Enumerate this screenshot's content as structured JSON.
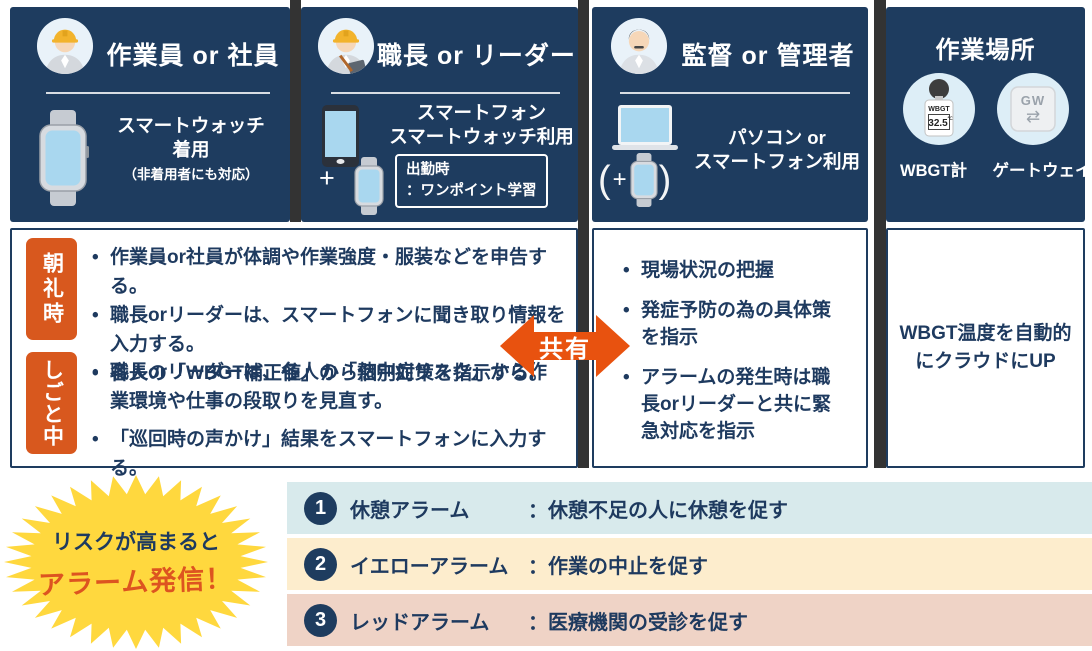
{
  "colors": {
    "navy": "#1e3c5f",
    "text_navy": "#1e3a5f",
    "orange_tag": "#d8581e",
    "orange_arrow": "#e8520f",
    "burst_yellow": "#ffd83e",
    "burst_orange_text": "#dd5420",
    "row_rest_bg": "#d8eaec",
    "row_yellow_bg": "#fdedcd",
    "row_red_bg": "#efd3c6"
  },
  "headers": {
    "worker": {
      "title": "作業員 or 社員",
      "caption_line1": "スマートウォッチ",
      "caption_line2": "着用",
      "note": "（非着用者にも対応）"
    },
    "leader": {
      "title": "職長 or リーダー",
      "caption_line1": "スマートフォン",
      "caption_line2": "スマートウォッチ利用",
      "plus": "+",
      "box_line1": "出勤時",
      "box_line2": "：ワンポイント学習"
    },
    "supervisor": {
      "title": "監督 or 管理者",
      "caption_line1": "パソコン or",
      "caption_line2": "スマートフォン利用",
      "paren_open": "(",
      "plus": "+",
      "paren_close": ")"
    },
    "site": {
      "title": "作業場所",
      "wbgt_label": "WBGT計",
      "gateway_label": "ゲートウェイ",
      "wbgt_brand": "WBGT",
      "wbgt_value": "32.5",
      "wbgt_unit": "℃",
      "gw_text": "GW",
      "gw_arrows": "⇄"
    }
  },
  "middle": {
    "morning": {
      "tag": "朝礼時",
      "items": [
        "作業員or社員が体調や作業強度・服装などを申告する。",
        "職長orリーダーは、スマートフォンに聞き取り情報を入力する。",
        "各人の「WBGT補正値」から個別対策を指示する。"
      ]
    },
    "working": {
      "tag": "しごと中",
      "items": [
        "職長orリーダーは、各人の「熱中症リスク」から作業環境や仕事の段取りを見直す。",
        "「巡回時の声かけ」結果をスマートフォンに入力する。"
      ]
    },
    "share_label": "共有",
    "supervisor_items": [
      "現場状況の把握",
      "発症予防の為の具体策を指示",
      "アラームの発生時は職長orリーダーと共に緊急対応を指示"
    ],
    "cloud_line1": "WBGT温度を自動的",
    "cloud_line2": "にクラウドにUP"
  },
  "burst": {
    "line1": "リスクが高まると",
    "line2": "アラーム発信！"
  },
  "alarms": [
    {
      "number": "1",
      "name": "休憩アラーム",
      "desc": "：休憩不足の人に休憩を促す",
      "bg": "#d8eaec"
    },
    {
      "number": "2",
      "name": "イエローアラーム",
      "desc": "：作業の中止を促す",
      "bg": "#fdedcd"
    },
    {
      "number": "3",
      "name": "レッドアラーム",
      "desc": "：医療機関の受診を促す",
      "bg": "#efd3c6"
    }
  ]
}
